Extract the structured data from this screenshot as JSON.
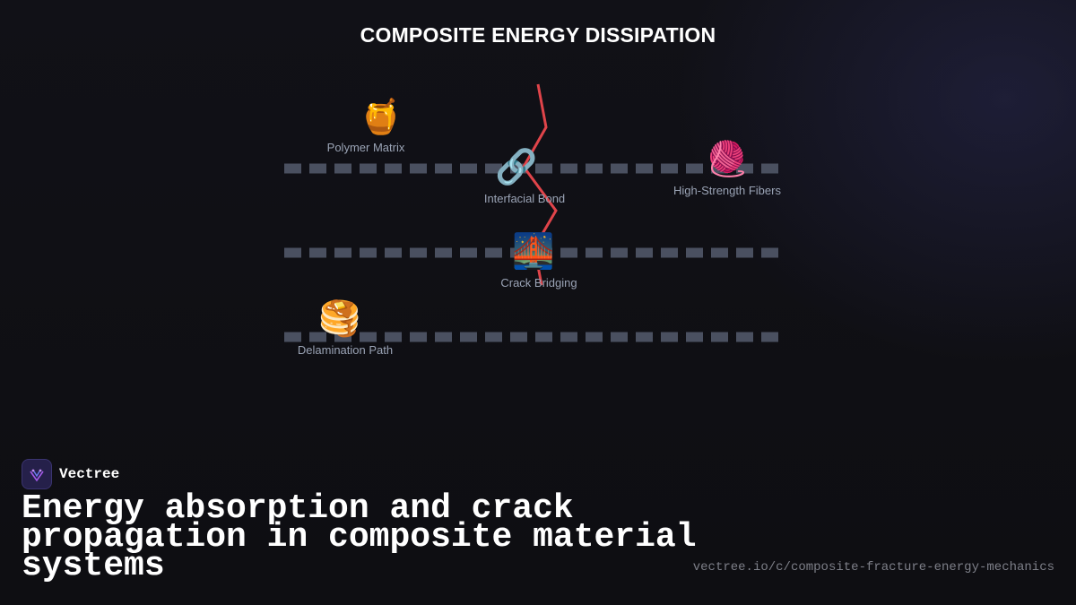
{
  "title": "COMPOSITE ENERGY DISSIPATION",
  "nodes": [
    {
      "id": "polymer-matrix",
      "label": "Polymer Matrix",
      "emoji": "🍯",
      "icon": "honey-pot-icon"
    },
    {
      "id": "interfacial-bond",
      "label": "Interfacial Bond",
      "emoji": "🔗",
      "icon": "link-icon"
    },
    {
      "id": "high-strength-fibers",
      "label": "High-Strength Fibers",
      "emoji": "🧶",
      "icon": "yarn-icon"
    },
    {
      "id": "crack-bridging",
      "label": "Crack Bridging",
      "emoji": "🌉",
      "icon": "bridge-icon"
    },
    {
      "id": "delamination-path",
      "label": "Delamination Path",
      "emoji": "🥞",
      "icon": "pancakes-icon"
    }
  ],
  "colors": {
    "crack": "#e0444a",
    "fiber_dash": "#4a5060",
    "label": "#9aa3b5"
  },
  "brand": {
    "name": "Vectree"
  },
  "headline": "Energy absorption and crack propagation in composite material systems",
  "url": "vectree.io/c/composite-fracture-energy-mechanics"
}
